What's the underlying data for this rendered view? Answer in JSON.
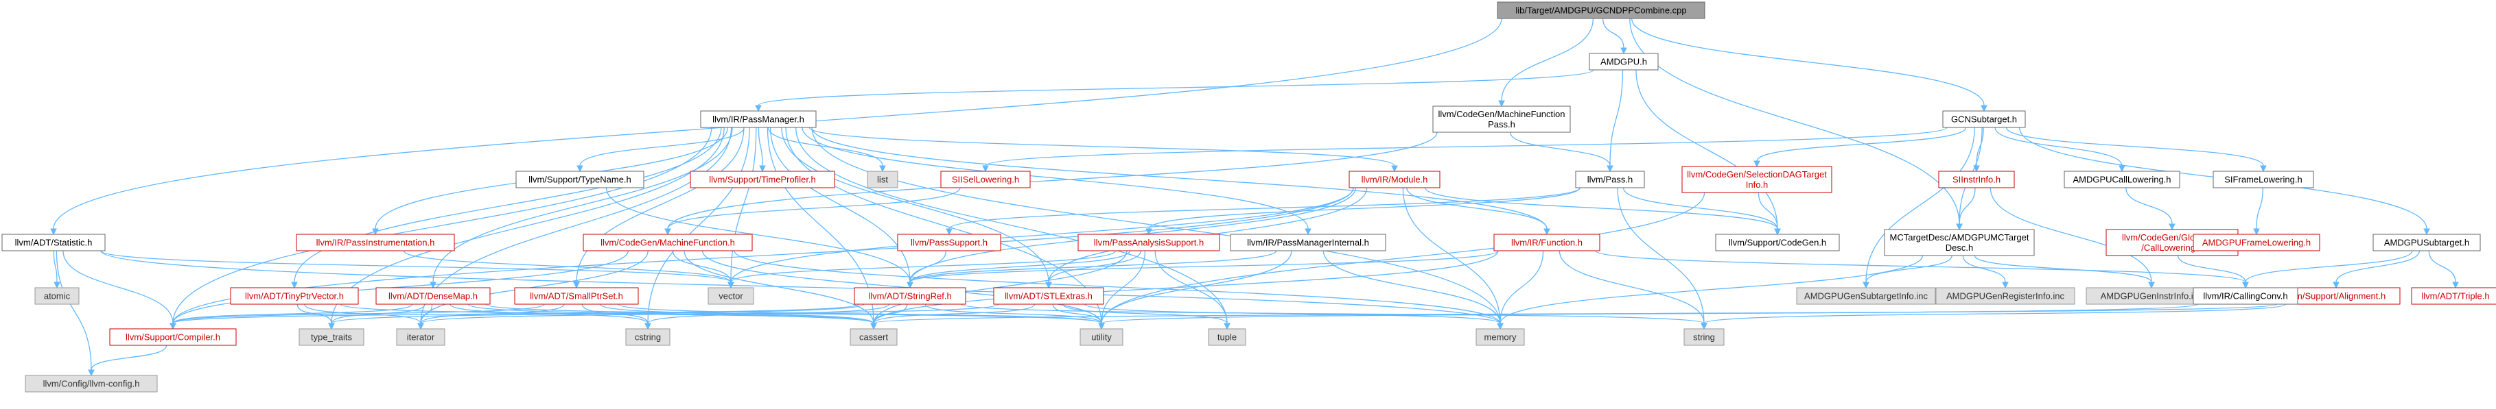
{
  "graph": {
    "nodes": [
      {
        "id": "root",
        "label": [
          "lib/Target/AMDGPU/GCNDPPCombine.cpp"
        ],
        "kind": "root"
      },
      {
        "id": "amdgpu_h",
        "label": [
          "AMDGPU.h"
        ],
        "kind": "normal"
      },
      {
        "id": "passmanager",
        "label": [
          "llvm/IR/PassManager.h"
        ],
        "kind": "normal"
      },
      {
        "id": "cg_mfp",
        "label": [
          "llvm/CodeGen/MachineFunction",
          "Pass.h"
        ],
        "kind": "normal"
      },
      {
        "id": "gcnsubtarget",
        "label": [
          "GCNSubtarget.h"
        ],
        "kind": "normal"
      },
      {
        "id": "statistic",
        "label": [
          "llvm/ADT/Statistic.h"
        ],
        "kind": "normal"
      },
      {
        "id": "pass_h",
        "label": [
          "llvm/Pass.h"
        ],
        "kind": "normal"
      },
      {
        "id": "typename",
        "label": [
          "llvm/Support/TypeName.h"
        ],
        "kind": "normal"
      },
      {
        "id": "timeprofiler",
        "label": [
          "llvm/Support/TimeProfiler.h"
        ],
        "kind": "red"
      },
      {
        "id": "list",
        "label": [
          "list"
        ],
        "kind": "gray"
      },
      {
        "id": "siisellowering",
        "label": [
          "SIISelLowering.h"
        ],
        "kind": "red"
      },
      {
        "id": "irmodule",
        "label": [
          "llvm/IR/Module.h"
        ],
        "kind": "red"
      },
      {
        "id": "passinstr",
        "label": [
          "llvm/IR/PassInstrumentation.h"
        ],
        "kind": "red"
      },
      {
        "id": "cg_seldag",
        "label": [
          "llvm/CodeGen/SelectionDAGTarget",
          "Info.h"
        ],
        "kind": "red"
      },
      {
        "id": "siinstrinfo",
        "label": [
          "SIInstrInfo.h"
        ],
        "kind": "red"
      },
      {
        "id": "amdgpucalllowering",
        "label": [
          "AMDGPUCallLowering.h"
        ],
        "kind": "normal"
      },
      {
        "id": "siframelowering",
        "label": [
          "SIFrameLowering.h"
        ],
        "kind": "normal"
      },
      {
        "id": "amdgpusubtarget",
        "label": [
          "AMDGPUSubtarget.h"
        ],
        "kind": "normal"
      },
      {
        "id": "passsupport",
        "label": [
          "llvm/PassSupport.h"
        ],
        "kind": "red"
      },
      {
        "id": "passanalysissupport",
        "label": [
          "llvm/PassAnalysisSupport.h"
        ],
        "kind": "red"
      },
      {
        "id": "passmanagerinternal",
        "label": [
          "llvm/IR/PassManagerInternal.h"
        ],
        "kind": "normal"
      },
      {
        "id": "irfunction",
        "label": [
          "llvm/IR/Function.h"
        ],
        "kind": "red"
      },
      {
        "id": "supportcodegen",
        "label": [
          "llvm/Support/CodeGen.h"
        ],
        "kind": "normal"
      },
      {
        "id": "mctargetdesc",
        "label": [
          "MCTargetDesc/AMDGPUMCTarget",
          "Desc.h"
        ],
        "kind": "normal"
      },
      {
        "id": "globalisel",
        "label": [
          "llvm/CodeGen/GlobalISel",
          "/CallLowering.h"
        ],
        "kind": "red"
      },
      {
        "id": "amdgpuframelowering",
        "label": [
          "AMDGPUFrameLowering.h"
        ],
        "kind": "red"
      },
      {
        "id": "atomic",
        "label": [
          "atomic"
        ],
        "kind": "gray"
      },
      {
        "id": "cg_mf",
        "label": [
          "llvm/CodeGen/MachineFunction.h"
        ],
        "kind": "red"
      },
      {
        "id": "tinyptrvector",
        "label": [
          "llvm/ADT/TinyPtrVector.h"
        ],
        "kind": "red"
      },
      {
        "id": "densemap",
        "label": [
          "llvm/ADT/DenseMap.h"
        ],
        "kind": "red"
      },
      {
        "id": "smallptrset",
        "label": [
          "llvm/ADT/SmallPtrSet.h"
        ],
        "kind": "red"
      },
      {
        "id": "vector",
        "label": [
          "vector"
        ],
        "kind": "gray"
      },
      {
        "id": "stringref",
        "label": [
          "llvm/ADT/StringRef.h"
        ],
        "kind": "red"
      },
      {
        "id": "stlextras",
        "label": [
          "llvm/ADT/STLExtras.h"
        ],
        "kind": "red"
      },
      {
        "id": "amdgpugensubtargetinfo",
        "label": [
          "AMDGPUGenSubtargetInfo.inc"
        ],
        "kind": "gray"
      },
      {
        "id": "amdgpugenregisterinfo",
        "label": [
          "AMDGPUGenRegisterInfo.inc"
        ],
        "kind": "gray"
      },
      {
        "id": "amdgpugeninstrinfo",
        "label": [
          "AMDGPUGenInstrInfo.inc"
        ],
        "kind": "gray"
      },
      {
        "id": "supportalignment",
        "label": [
          "llvm/Support/Alignment.h"
        ],
        "kind": "red"
      },
      {
        "id": "adttriple",
        "label": [
          "llvm/ADT/Triple.h"
        ],
        "kind": "red"
      },
      {
        "id": "callingconv",
        "label": [
          "llvm/IR/CallingConv.h"
        ],
        "kind": "normal"
      },
      {
        "id": "supportcompiler",
        "label": [
          "llvm/Support/Compiler.h"
        ],
        "kind": "red"
      },
      {
        "id": "llvmconfig",
        "label": [
          "llvm/Config/llvm-config.h"
        ],
        "kind": "gray"
      },
      {
        "id": "type_traits",
        "label": [
          "type_traits"
        ],
        "kind": "gray"
      },
      {
        "id": "iterator",
        "label": [
          "iterator"
        ],
        "kind": "gray"
      },
      {
        "id": "cstring",
        "label": [
          "cstring"
        ],
        "kind": "gray"
      },
      {
        "id": "cassert",
        "label": [
          "cassert"
        ],
        "kind": "gray"
      },
      {
        "id": "utility",
        "label": [
          "utility"
        ],
        "kind": "gray"
      },
      {
        "id": "tuple",
        "label": [
          "tuple"
        ],
        "kind": "gray"
      },
      {
        "id": "memory",
        "label": [
          "memory"
        ],
        "kind": "gray"
      },
      {
        "id": "string",
        "label": [
          "string"
        ],
        "kind": "gray"
      }
    ],
    "edges": [
      [
        "root",
        "amdgpu_h"
      ],
      [
        "root",
        "gcnsubtarget"
      ],
      [
        "root",
        "statistic"
      ],
      [
        "root",
        "mctargetdesc"
      ],
      [
        "root",
        "cg_mfp"
      ],
      [
        "amdgpu_h",
        "passmanager"
      ],
      [
        "amdgpu_h",
        "pass_h"
      ],
      [
        "amdgpu_h",
        "supportcodegen"
      ],
      [
        "cg_mfp",
        "pass_h"
      ],
      [
        "cg_mfp",
        "cg_mf"
      ],
      [
        "passmanager",
        "typename"
      ],
      [
        "passmanager",
        "timeprofiler"
      ],
      [
        "passmanager",
        "list"
      ],
      [
        "passmanager",
        "irmodule"
      ],
      [
        "passmanager",
        "passinstr"
      ],
      [
        "passmanager",
        "passmanagerinternal"
      ],
      [
        "passmanager",
        "irfunction"
      ],
      [
        "passmanager",
        "tinyptrvector"
      ],
      [
        "passmanager",
        "densemap"
      ],
      [
        "passmanager",
        "smallptrset"
      ],
      [
        "passmanager",
        "vector"
      ],
      [
        "passmanager",
        "stringref"
      ],
      [
        "passmanager",
        "stlextras"
      ],
      [
        "passmanager",
        "supportcompiler"
      ],
      [
        "passmanager",
        "type_traits"
      ],
      [
        "passmanager",
        "iterator"
      ],
      [
        "passmanager",
        "cstring"
      ],
      [
        "passmanager",
        "cassert"
      ],
      [
        "passmanager",
        "utility"
      ],
      [
        "passmanager",
        "tuple"
      ],
      [
        "passmanager",
        "memory"
      ],
      [
        "gcnsubtarget",
        "siisellowering"
      ],
      [
        "gcnsubtarget",
        "cg_seldag"
      ],
      [
        "gcnsubtarget",
        "siinstrinfo"
      ],
      [
        "gcnsubtarget",
        "amdgpucalllowering"
      ],
      [
        "gcnsubtarget",
        "siframelowering"
      ],
      [
        "gcnsubtarget",
        "amdgpusubtarget"
      ],
      [
        "gcnsubtarget",
        "amdgpugensubtargetinfo"
      ],
      [
        "gcnsubtarget",
        "mctargetdesc"
      ],
      [
        "statistic",
        "atomic"
      ],
      [
        "statistic",
        "supportcompiler"
      ],
      [
        "statistic",
        "llvmconfig"
      ],
      [
        "statistic",
        "memory"
      ],
      [
        "statistic",
        "vector"
      ],
      [
        "pass_h",
        "passsupport"
      ],
      [
        "pass_h",
        "passanalysissupport"
      ],
      [
        "pass_h",
        "string"
      ],
      [
        "pass_h",
        "supportcodegen"
      ],
      [
        "typename",
        "stringref"
      ],
      [
        "siisellowering",
        "cg_mf"
      ],
      [
        "irmodule",
        "irfunction"
      ],
      [
        "irmodule",
        "stringref"
      ],
      [
        "irmodule",
        "stlextras"
      ],
      [
        "irmodule",
        "memory"
      ],
      [
        "irmodule",
        "vector"
      ],
      [
        "irmodule",
        "supportcodegen"
      ],
      [
        "irmodule",
        "supportcompiler"
      ],
      [
        "passinstr",
        "vector"
      ],
      [
        "cg_seldag",
        "utility"
      ],
      [
        "cg_seldag",
        "supportcodegen"
      ],
      [
        "siinstrinfo",
        "mctargetdesc"
      ],
      [
        "siinstrinfo",
        "amdgpugeninstrinfo"
      ],
      [
        "amdgpucalllowering",
        "globalisel"
      ],
      [
        "globalisel",
        "callingconv"
      ],
      [
        "siframelowering",
        "amdgpuframelowering"
      ],
      [
        "amdgpusubtarget",
        "supportalignment"
      ],
      [
        "amdgpusubtarget",
        "adttriple"
      ],
      [
        "amdgpusubtarget",
        "callingconv"
      ],
      [
        "passsupport",
        "stringref"
      ],
      [
        "passanalysissupport",
        "stringref"
      ],
      [
        "passanalysissupport",
        "stlextras"
      ],
      [
        "passanalysissupport",
        "cassert"
      ],
      [
        "passanalysissupport",
        "tuple"
      ],
      [
        "passanalysissupport",
        "utility"
      ],
      [
        "passanalysissupport",
        "vector"
      ],
      [
        "passmanagerinternal",
        "stringref"
      ],
      [
        "passmanagerinternal",
        "memory"
      ],
      [
        "passmanagerinternal",
        "utility"
      ],
      [
        "irfunction",
        "callingconv"
      ],
      [
        "irfunction",
        "stringref"
      ],
      [
        "irfunction",
        "cassert"
      ],
      [
        "irfunction",
        "memory"
      ],
      [
        "irfunction",
        "string"
      ],
      [
        "mctargetdesc",
        "amdgpugensubtargetinfo"
      ],
      [
        "mctargetdesc",
        "amdgpugenregisterinfo"
      ],
      [
        "mctargetdesc",
        "amdgpugeninstrinfo"
      ],
      [
        "mctargetdesc",
        "memory"
      ],
      [
        "cg_mf",
        "vector"
      ],
      [
        "cg_mf",
        "utility"
      ],
      [
        "cg_mf",
        "cassert"
      ],
      [
        "cg_mf",
        "memory"
      ],
      [
        "cg_mf",
        "supportcompiler"
      ],
      [
        "cg_mf",
        "iterator"
      ],
      [
        "tinyptrvector",
        "cassert"
      ],
      [
        "tinyptrvector",
        "iterator"
      ],
      [
        "tinyptrvector",
        "type_traits"
      ],
      [
        "densemap",
        "utility"
      ],
      [
        "densemap",
        "type_traits"
      ],
      [
        "densemap",
        "iterator"
      ],
      [
        "densemap",
        "cassert"
      ],
      [
        "densemap",
        "cstring"
      ],
      [
        "densemap",
        "supportcompiler"
      ],
      [
        "smallptrset",
        "cassert"
      ],
      [
        "smallptrset",
        "cstring"
      ],
      [
        "smallptrset",
        "iterator"
      ],
      [
        "smallptrset",
        "utility"
      ],
      [
        "smallptrset",
        "supportcompiler"
      ],
      [
        "stringref",
        "string"
      ],
      [
        "stringref",
        "type_traits"
      ],
      [
        "stringref",
        "cassert"
      ],
      [
        "stringref",
        "utility"
      ],
      [
        "stringref",
        "supportcompiler"
      ],
      [
        "stringref",
        "cstring"
      ],
      [
        "stlextras",
        "cassert"
      ],
      [
        "stlextras",
        "tuple"
      ],
      [
        "stlextras",
        "utility"
      ],
      [
        "stlextras",
        "iterator"
      ],
      [
        "stlextras",
        "memory"
      ],
      [
        "supportalignment",
        "cassert"
      ],
      [
        "supportalignment",
        "string"
      ],
      [
        "callingconv",
        "utility"
      ],
      [
        "supportcompiler",
        "llvmconfig"
      ]
    ]
  }
}
